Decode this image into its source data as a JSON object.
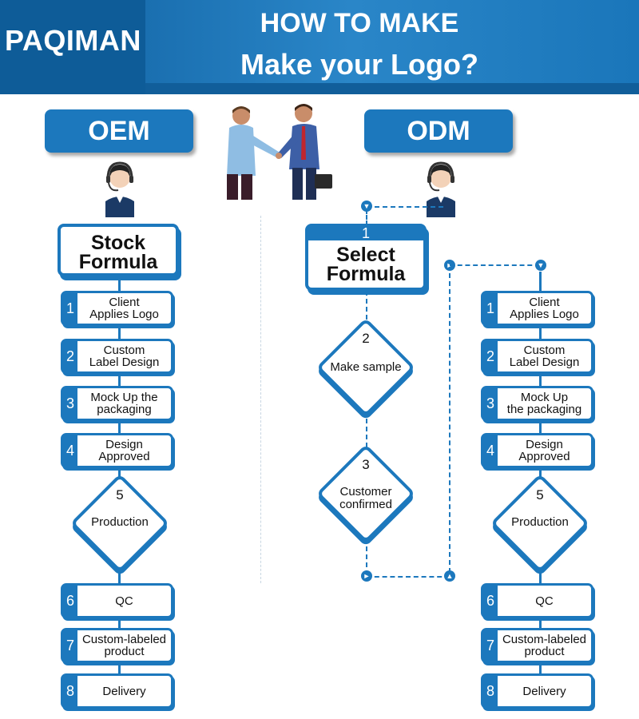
{
  "header": {
    "brand": "PAQIMAN",
    "title_line1": "HOW TO MAKE",
    "title_line2": "Make your Logo?"
  },
  "oem": {
    "tab_label": "OEM",
    "start_box": "Stock\nFormula",
    "steps": [
      {
        "num": "1",
        "label": "Client\nApplies Logo"
      },
      {
        "num": "2",
        "label": "Custom\nLabel Design"
      },
      {
        "num": "3",
        "label": "Mock Up the\npackaging"
      },
      {
        "num": "4",
        "label": "Design\nApproved"
      }
    ],
    "production": {
      "num": "5",
      "label": "Production"
    },
    "final_steps": [
      {
        "num": "6",
        "label": "QC"
      },
      {
        "num": "7",
        "label": "Custom-labeled\nproduct"
      },
      {
        "num": "8",
        "label": "Delivery"
      }
    ]
  },
  "odm": {
    "tab_label": "ODM",
    "start_num": "1",
    "start_box": "Select\nFormula",
    "diamonds": [
      {
        "num": "2",
        "label": "Make sample"
      },
      {
        "num": "3",
        "label": "Customer\nconfirmed"
      }
    ],
    "steps": [
      {
        "num": "1",
        "label": "Client\nApplies Logo"
      },
      {
        "num": "2",
        "label": "Custom\nLabel Design"
      },
      {
        "num": "3",
        "label": "Mock Up\nthe packaging"
      },
      {
        "num": "4",
        "label": "Design\nApproved"
      }
    ],
    "production": {
      "num": "5",
      "label": "Production"
    },
    "final_steps": [
      {
        "num": "6",
        "label": "QC"
      },
      {
        "num": "7",
        "label": "Custom-labeled\nproduct"
      },
      {
        "num": "8",
        "label": "Delivery"
      }
    ]
  },
  "icons": {
    "oem_agent": "headset-agent-icon",
    "odm_agent": "headset-agent-icon",
    "handshake": "handshake-illustration"
  },
  "colors": {
    "primary": "#1c78bd",
    "header": "#1a6fb0"
  }
}
